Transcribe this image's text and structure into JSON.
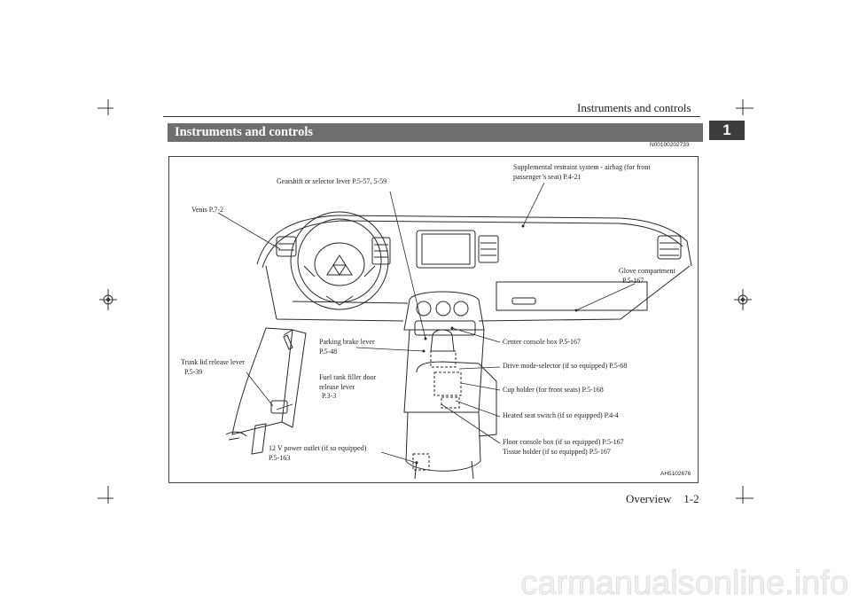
{
  "header": {
    "running_title": "Instruments and controls",
    "chapter_number": "1"
  },
  "section": {
    "title": "Instruments and controls",
    "doc_id": "N00100202733"
  },
  "figure": {
    "figure_id": "AH5102676",
    "callouts": [
      {
        "id": "gearshift",
        "text": "Gearshift or selector lever P.5-57, 5-59"
      },
      {
        "id": "srs",
        "line1": "Supplemental restraint system - airbag (for front",
        "line2": "passenger’s seat) P.4-21"
      },
      {
        "id": "vents",
        "text": "Vents P.7-2"
      },
      {
        "id": "glove",
        "line1": "Glove compartment",
        "line2": "P.5-167"
      },
      {
        "id": "parking",
        "line1": "Parking brake lever",
        "line2": "P.5-48"
      },
      {
        "id": "center_console",
        "text": "Center console box P.5-167"
      },
      {
        "id": "trunk",
        "line1": "Trunk lid release lever",
        "line2": "P.5-39"
      },
      {
        "id": "drive_mode",
        "text": "Drive mode-selector (if so equipped) P.5-68"
      },
      {
        "id": "fuel",
        "line1": "Fuel tank filler door",
        "line2": "release lever",
        "line3": "P.3-3"
      },
      {
        "id": "cup_holder",
        "text": "Cup holder (for front seats) P.5-168"
      },
      {
        "id": "heated_seat",
        "text": "Heated seat switch (if so equipped) P.4-4"
      },
      {
        "id": "floor_console",
        "line1": "Floor console box (if so equipped) P.5-167",
        "line2": "Tissue holder (if so equipped) P.5-167"
      },
      {
        "id": "power_outlet",
        "line1": "12 V power outlet (if so equipped)",
        "line2": "P.5-163"
      }
    ]
  },
  "footer": {
    "section_name": "Overview",
    "page_number": "1-2"
  },
  "watermark": "carmanualsonline.info"
}
